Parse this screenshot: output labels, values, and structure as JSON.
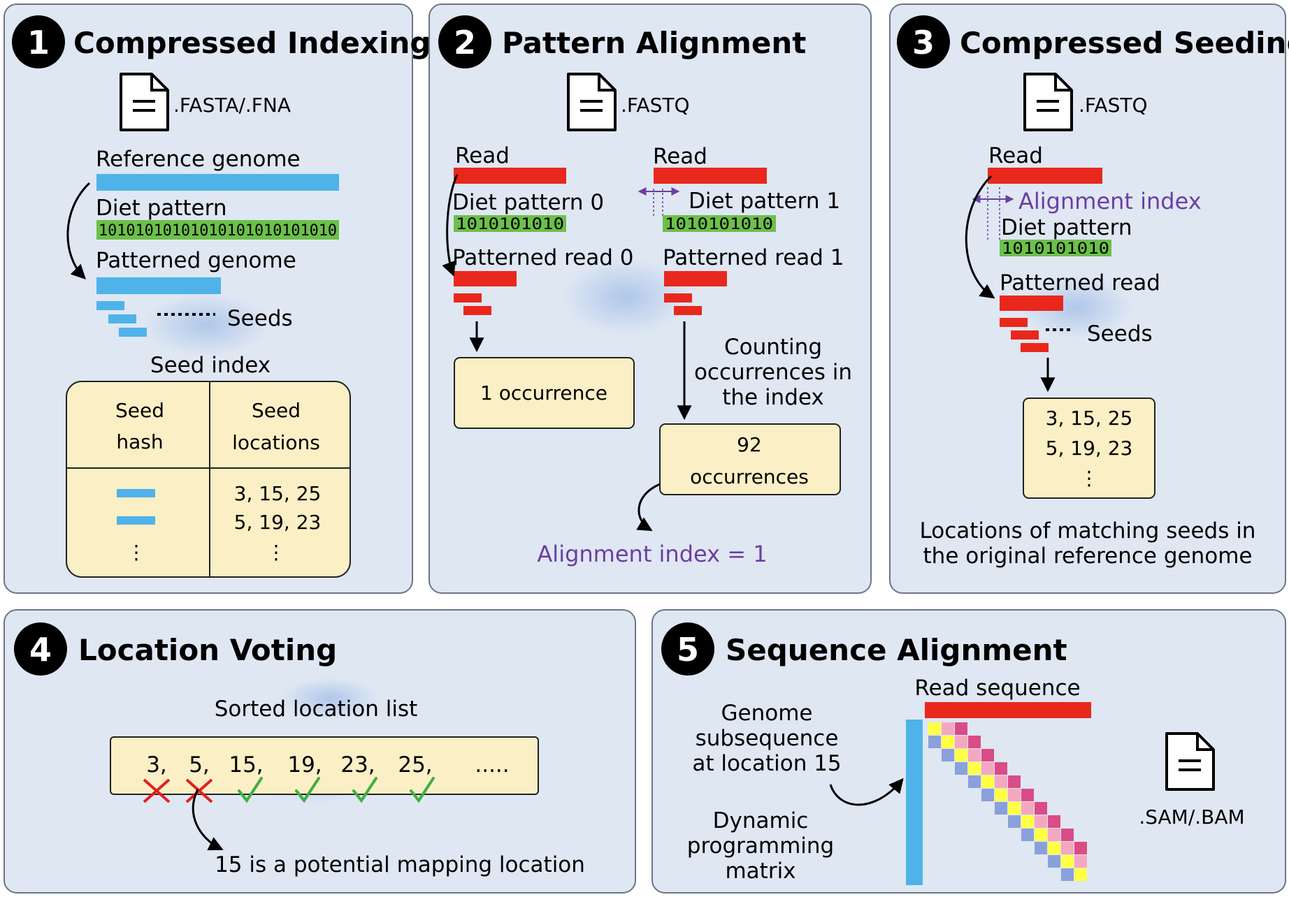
{
  "panels": [
    {
      "number": "1",
      "title": "Compressed Indexing",
      "file_type": ".FASTA/.FNA"
    },
    {
      "number": "2",
      "title": "Pattern Alignment",
      "file_type": ".FASTQ"
    },
    {
      "number": "3",
      "title": "Compressed Seeding",
      "file_type": ".FASTQ"
    },
    {
      "number": "4",
      "title": "Location Voting"
    },
    {
      "number": "5",
      "title": "Sequence Alignment",
      "file_type": ".SAM/.BAM"
    }
  ],
  "p1": {
    "reference_genome": "Reference genome",
    "diet_pattern": "Diet pattern",
    "diet_bits": "10101010101010101010101010",
    "patterned_genome": "Patterned genome",
    "seeds": "Seeds",
    "seed_index": "Seed index",
    "col1_line1": "Seed",
    "col1_line2": "hash",
    "col2_line1": "Seed",
    "col2_line2": "locations",
    "loc_row1": "3, 15, 25",
    "loc_row2": "5, 19, 23",
    "ellipsis": "⋮"
  },
  "p2": {
    "read0": "Read",
    "read1": "Read",
    "diet0": "Diet pattern 0",
    "diet1": "Diet pattern 1",
    "bits0": "1010101010",
    "bits1": "1010101010",
    "patterned0": "Patterned read 0",
    "patterned1": "Patterned read 1",
    "count_l1": "Counting",
    "count_l2": "occurrences in",
    "count_l3": "the index",
    "occ0": "1 occurrence",
    "occ1_l1": "92",
    "occ1_l2": "occurrences",
    "alignment_index": "Alignment index = 1"
  },
  "p3": {
    "read": "Read",
    "alignment_index": "Alignment index",
    "diet": "Diet pattern",
    "bits": "1010101010",
    "patterned": "Patterned read",
    "seeds": "Seeds",
    "loc_row1": "3, 15, 25",
    "loc_row2": "5, 19, 23",
    "ellipsis": "⋮",
    "caption_l1": "Locations of matching seeds in",
    "caption_l2": "the original reference genome"
  },
  "p4": {
    "sorted_list": "Sorted location list",
    "locations": [
      "3,",
      "5,",
      "15,",
      "19,",
      "23,",
      "25,",
      "....."
    ],
    "marks": [
      "cross",
      "cross",
      "check",
      "check",
      "check",
      "check"
    ],
    "note": "15 is a potential mapping location"
  },
  "p5": {
    "read_sequence": "Read sequence",
    "genome_l1": "Genome",
    "genome_l2": "subsequence",
    "genome_l3": "at location 15",
    "dp_l1": "Dynamic",
    "dp_l2": "programming",
    "dp_l3": "matrix"
  },
  "colors": {
    "panel": "#dfe7f3",
    "box": "#fbefc5",
    "genome": "#4fb3ea",
    "read": "#e8281d",
    "pattern": "#6cc04a",
    "index_text": "#6b3fa0",
    "cross": "#e02020",
    "check": "#3fae3f"
  }
}
